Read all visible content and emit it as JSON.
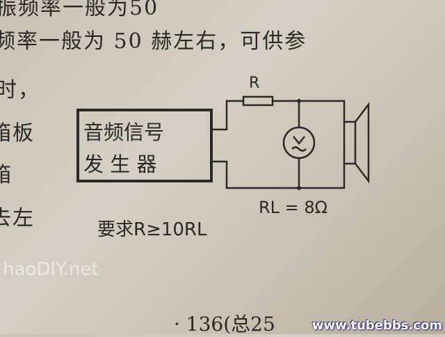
{
  "text_lines": [
    "振频率一般为50",
    "频率一般为 50 赫左右，可供参",
    "时，",
    "箱板",
    "箱",
    "去左"
  ],
  "diagram": {
    "generator_line1": "音频信号",
    "generator_line2": "发 生 器",
    "resistor_label": "R",
    "load_label": "RL = 8Ω",
    "requirement": "要求R≥10RL"
  },
  "page_number": "· 136(总25",
  "watermarks": [
    "haoDIY.net",
    "www.tubebbs.com"
  ]
}
